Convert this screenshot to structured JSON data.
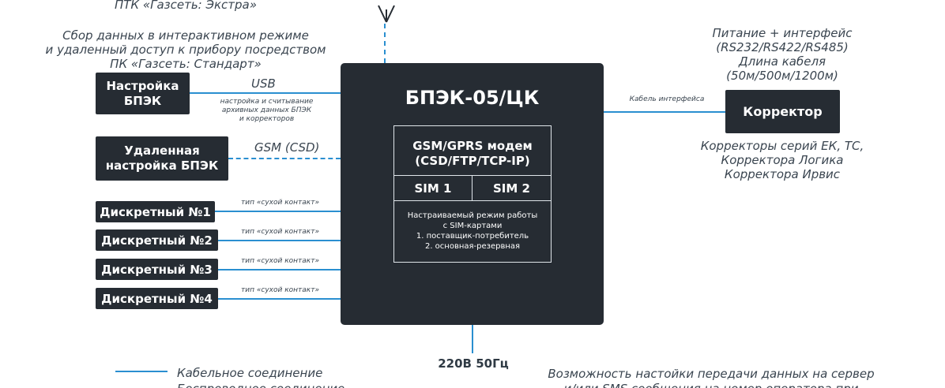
{
  "top_caption": "ПТК «Газсеть: Экстра»",
  "left_caption": [
    "Сбор данных в интерактивном режиме",
    "и удаленный доступ к прибору посредством",
    "ПК «Газсеть: Стандарт»"
  ],
  "main_block": {
    "title": "БПЭК-05/ЦК",
    "modem_line1": "GSM/GPRS модем",
    "modem_line2": "(CSD/FTP/TCP-IP)",
    "sim1": "SIM 1",
    "sim2": "SIM 2",
    "mode_lines": [
      "Настраиваемый режим работы",
      "с SIM-картами",
      "1. поставщик-потребитель",
      "2. основная-резервная"
    ]
  },
  "boxes": {
    "setup_line1": "Настройка",
    "setup_line2": "БПЭК",
    "remote_line1": "Удаленная",
    "remote_line2": "настройка БПЭК",
    "discrete1": "Дискретный №1",
    "discrete2": "Дискретный  №2",
    "discrete3": "Дискретный  №3",
    "discrete4": "Дискретный  №4",
    "corrector": "Корректор"
  },
  "links": {
    "usb": "USB",
    "usb_note": [
      "настройка и считывание",
      "архивных данных БПЭК",
      "и корректоров"
    ],
    "gsm": "GSM (CSD)",
    "dry_contact": "тип «сухой контакт»",
    "interface_cable": "Кабель интерфейса"
  },
  "right_caption": [
    "Питание + интерфейс",
    "(RS232/RS422/RS485)",
    "Длина кабеля",
    "(50м/500м/1200м)"
  ],
  "corrector_caption": [
    "Корректоры серий ЕК, ТС,",
    "Корректора Логика",
    "Корректора Ирвис"
  ],
  "power": "220В 50Гц",
  "legend": {
    "cable": "Кабельное соединение",
    "wireless_partial": "Беспроводное соединение"
  },
  "bottom_note": [
    "Возможность настойки передачи данных на сервер",
    "и/или SMS сообщения на номер оператора при"
  ],
  "colors": {
    "line": "#2a8fd0",
    "box": "#262c33",
    "text": "#3a4550"
  },
  "icons": [
    "antenna-icon"
  ]
}
